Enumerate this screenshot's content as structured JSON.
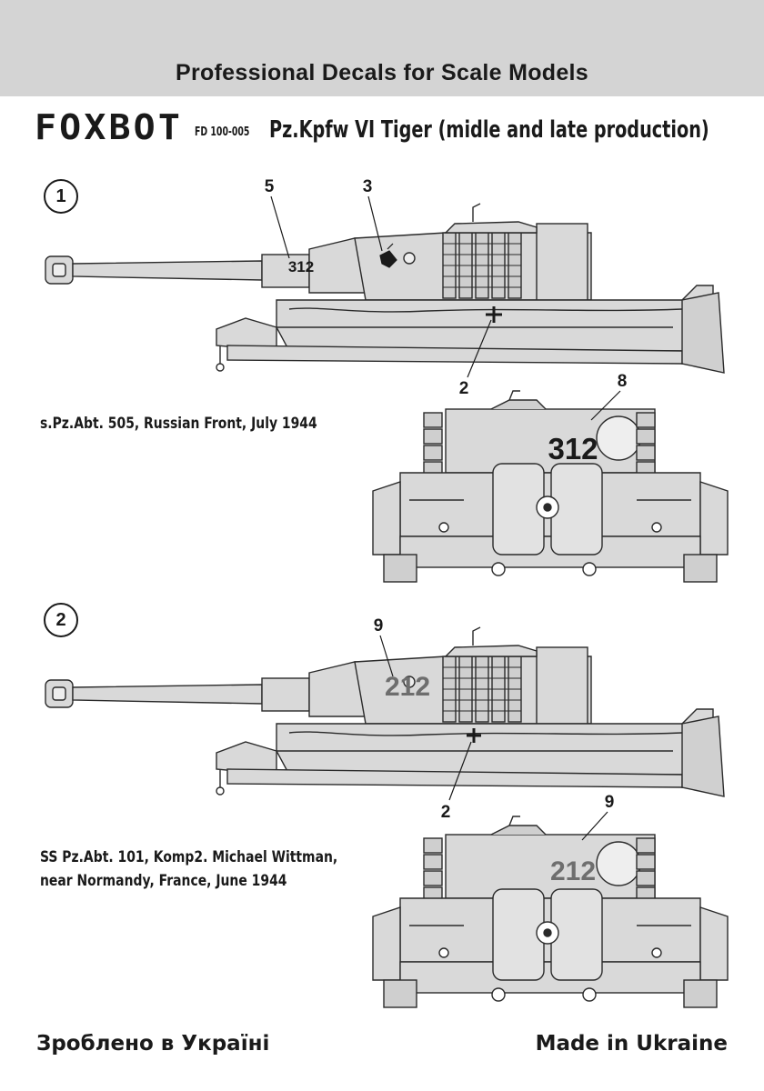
{
  "header": {
    "tagline": "Professional Decals for Scale Models",
    "brand": "FOXBOT",
    "code": "FD 100-005",
    "product_title": "Pz.Kpfw VI Tiger (midle and late production)"
  },
  "variants": [
    {
      "number": "1",
      "caption_lines": [
        "s.Pz.Abt. 505, Russian Front, July 1944"
      ],
      "barrel_marking": "312",
      "rear_marking": "312",
      "marking_color": "#1a1a1a",
      "callouts": [
        "5",
        "3",
        "2",
        "8"
      ]
    },
    {
      "number": "2",
      "caption_lines": [
        "SS Pz.Abt. 101, Komp2. Michael Wittman,",
        "near Normandy, France, June 1944"
      ],
      "turret_marking": "212",
      "rear_marking": "212",
      "marking_color": "#6e6e6e",
      "callouts": [
        "9",
        "2",
        "9"
      ]
    }
  ],
  "footer": {
    "left": "Зроблено в Україні",
    "right": "Made in Ukraine"
  },
  "colors": {
    "header_band": "#d4d4d4",
    "tank_fill": "#d9d9d9",
    "outline": "#2a2a2a"
  }
}
